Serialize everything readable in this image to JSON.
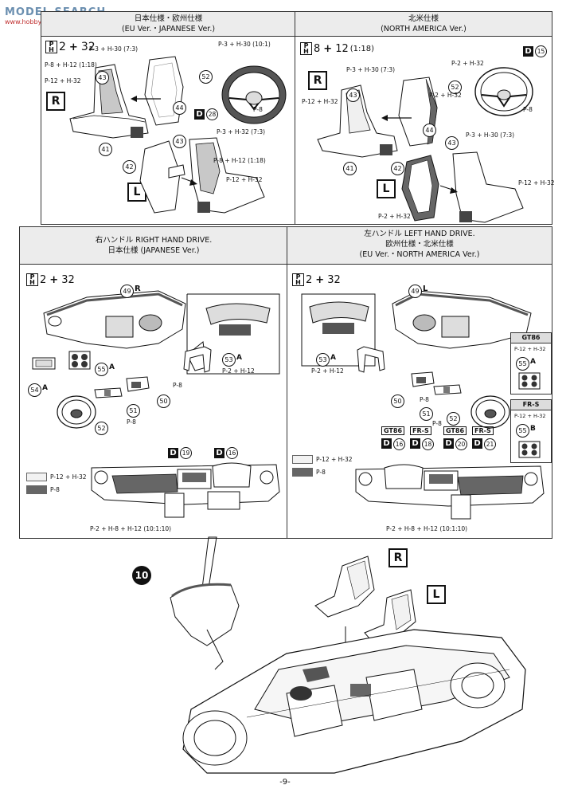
{
  "watermark": {
    "brand": "MODEL SEARCH",
    "url": "www.hobbyzone.com"
  },
  "panel_top_left": {
    "title_jp": "日本仕様・欧州仕様",
    "title_en": "(EU Ver.・JAPANESE Ver.)",
    "paint_main": {
      "a": "2",
      "b": "32"
    },
    "side_r": "R",
    "side_l": "L",
    "parts": {
      "p41": "41",
      "p42": "42",
      "p43a": "43",
      "p43b": "43",
      "p44": "44",
      "p52": "52"
    },
    "d_tag": {
      "letter": "D",
      "num": "28"
    },
    "notes": {
      "n1": "P-3 + H-30 (7:3)",
      "n2": "P-8 + H-12 (1:18)",
      "n3": "P-12 + H-32",
      "n4": "P-3 + H-30 (10:1)",
      "n5": "P-8",
      "n6": "P-3 + H-32 (7:3)",
      "n7": "P-8 + H-12 (1:18)",
      "n8": "P-12 + H-32"
    }
  },
  "panel_top_right": {
    "title_jp": "北米仕様",
    "title_en": "(NORTH AMERICA Ver.)",
    "paint_main": {
      "a": "8",
      "b": "12",
      "ratio": "(1:18)"
    },
    "side_r": "R",
    "side_l": "L",
    "parts": {
      "p41": "41",
      "p42": "42",
      "p43a": "43",
      "p43b": "43",
      "p44": "44",
      "p52": "52"
    },
    "d_tag": {
      "letter": "D",
      "num": "15"
    },
    "notes": {
      "n1": "P-3 + H-30 (7:3)",
      "n2": "P-2 + H-32",
      "n3": "P-12 + H-32",
      "n4": "P-2 + H-32",
      "n5": "P-8",
      "n6": "P-3 + H-30 (7:3)",
      "n7": "P-12 + H-32",
      "n8": "P-2 + H-32"
    }
  },
  "panel_mid_left": {
    "title_1": "右ハンドル RIGHT HAND DRIVE.",
    "title_2": "日本仕様 (JAPANESE Ver.)",
    "paint_main": {
      "a": "2",
      "b": "32"
    },
    "parts": {
      "p49": "49",
      "p49_side": "R",
      "p50": "50",
      "p51": "51",
      "p52": "52",
      "p53": "53",
      "p53_side": "A",
      "p54": "54",
      "p54_side": "A",
      "p55": "55",
      "p55_side": "A"
    },
    "notes": {
      "n1": "P-2 + H-12",
      "n2": "P-8",
      "n3": "P-8"
    },
    "d_tags": [
      {
        "letter": "D",
        "num": "19"
      },
      {
        "letter": "D",
        "num": "16"
      }
    ],
    "legend": [
      {
        "label": "P-12 + H-32",
        "color": "#f2f2f2"
      },
      {
        "label": "P-8",
        "color": "#666666"
      }
    ],
    "bottom_note": "P-2 + H-8 + H-12 (10:1:10)"
  },
  "panel_mid_right": {
    "title_1": "左ハンドル LEFT HAND DRIVE.",
    "title_2": "欧州仕様・北米仕様",
    "title_3": "(EU Ver.・NORTH AMERICA Ver.)",
    "paint_main": {
      "a": "2",
      "b": "32"
    },
    "parts": {
      "p49": "49",
      "p49_side": "L",
      "p50": "50",
      "p51": "51",
      "p52": "52",
      "p53": "53",
      "p53_side": "A"
    },
    "notes": {
      "n1": "P-2 + H-12",
      "n2": "P-8",
      "n3": "P-8"
    },
    "gt86_box": {
      "title": "GT86",
      "part": "55",
      "side": "A",
      "note": "P-12 + H-32"
    },
    "frs_box": {
      "title": "FR-S",
      "part": "55",
      "side": "B",
      "note": "P-12 + H-32"
    },
    "d_tags": [
      {
        "label": "GT86",
        "letter": "D",
        "num": "16"
      },
      {
        "label": "FR-S",
        "letter": "D",
        "num": "18"
      },
      {
        "label": "GT86",
        "letter": "D",
        "num": "20"
      },
      {
        "label": "FR-S",
        "letter": "D",
        "num": "21"
      }
    ],
    "legend": [
      {
        "label": "P-12 + H-32",
        "color": "#f2f2f2"
      },
      {
        "label": "P-8",
        "color": "#666666"
      }
    ],
    "bottom_note": "P-2 + H-8 + H-12 (10:1:10)"
  },
  "step": {
    "number": "10",
    "side_r": "R",
    "side_l": "L"
  },
  "page_number": "-9-"
}
